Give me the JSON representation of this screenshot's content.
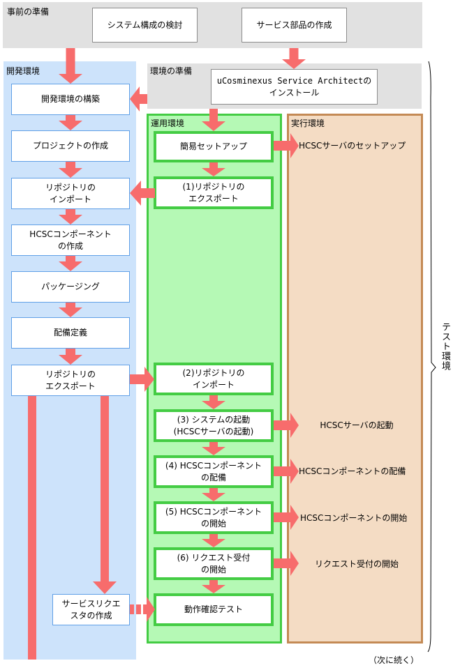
{
  "colors": {
    "arrow": "#f76c6c",
    "gray_region": "#e1e1e1",
    "dev_region": "#cde3fb",
    "ops_region": "#b5f9b5",
    "ops_border": "#44cc44",
    "exec_region": "#f4dcc4",
    "exec_border": "#c48a55",
    "dev_box_border": "#5f9fe6"
  },
  "regions": {
    "preparation": {
      "label": "事前の準備"
    },
    "development": {
      "label": "開発環境"
    },
    "environment_prep": {
      "label": "環境の準備"
    },
    "operation": {
      "label": "運用環境"
    },
    "execution": {
      "label": "実行環境"
    },
    "test": {
      "label": "テスト環境"
    }
  },
  "preparation": {
    "system_design": "システム構成の検討",
    "service_parts": "サービス部品の作成"
  },
  "environment_prep": {
    "install_line1": "uCosminexus Service Architectの",
    "install_line2": "インストール"
  },
  "development": {
    "steps": [
      "開発環境の構築",
      "プロジェクトの作成",
      "リポジトリの\nインポート",
      "HCSCコンポーネント\nの作成",
      "パッケージング",
      "配備定義",
      "リポジトリの\nエクスポート"
    ],
    "service_requester": "サービスリクエ\nスタの作成"
  },
  "operation": {
    "steps": [
      "簡易セットアップ",
      "(1)リポジトリの\nエクスポート",
      "(2)リポジトリの\nインポート",
      "(3) システムの起動\n(HCSCサーバの起動)",
      "(4) HCSCコンポーネント\nの配備",
      "(5) HCSCコンポーネント\nの開始",
      "(6) リクエスト受付\nの開始",
      "動作確認テスト"
    ]
  },
  "execution": {
    "items": [
      "HCSCサーバのセットアップ",
      "HCSCサーバの起動",
      "HCSCコンポーネントの配備",
      "HCSCコンポーネントの開始",
      "リクエスト受付の開始"
    ]
  },
  "footer": {
    "continued": "（次に続く）"
  }
}
